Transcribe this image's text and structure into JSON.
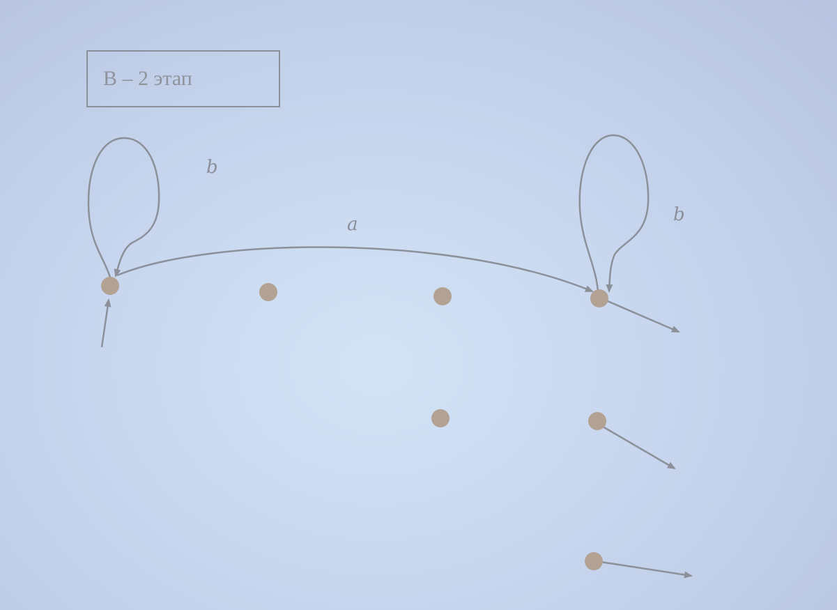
{
  "stage": {
    "title": "B – 2 этап"
  },
  "edges": {
    "loop_left_label": "b",
    "arc_label": "a",
    "loop_right_label": "b"
  },
  "colors": {
    "node": "#b3a294",
    "line": "#8c9099",
    "text": "#8a8f99",
    "background": "#c9d8ef"
  }
}
